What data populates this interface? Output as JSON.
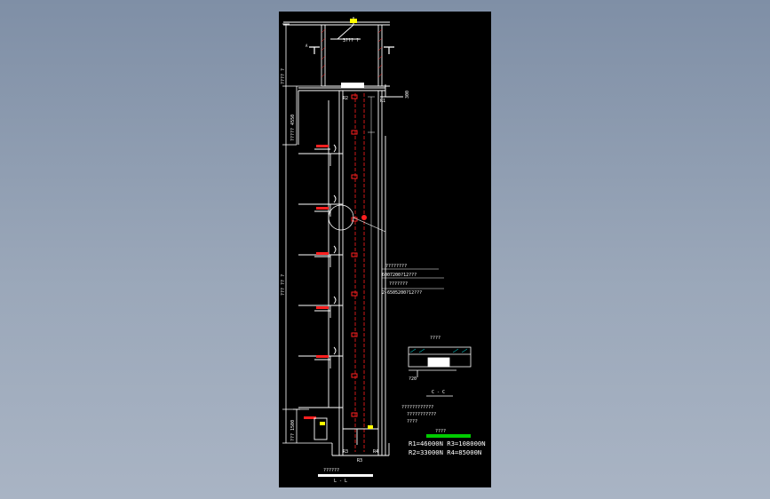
{
  "app": {
    "background_top": "#7f8fa6",
    "background_bottom": "#a9b4c4",
    "sheet_color": "#000000"
  },
  "labels": {
    "top_note": "3??? ?",
    "left_dim_top": "???? ?",
    "left_dim_upper": "????? 4550",
    "left_dim_main": "??? ?? ?",
    "left_dim_bottom": "??? 1500",
    "dim_300": "300",
    "mark_r1": "R1",
    "mark_r2": "R2",
    "mark_r3": "R3",
    "mark_r4": "R4",
    "mark_r3_bottom": "R3",
    "mark_a": "A",
    "note_line1": "????????",
    "note_line2": "6007200?12???",
    "note_line3": "???????",
    "note_line4": "2-6505200?12???",
    "detail_title": "????",
    "detail_dim": "?20",
    "section_cc": "C - C",
    "notes_a": "????????????",
    "notes_b": "???????????",
    "notes_c": "????",
    "legend_title": "????",
    "force_row1": "R1=46000N R3=108000N",
    "force_row2": "R2=33000N R4=85000N",
    "main_title": "??????",
    "main_subtitle": "L - L"
  },
  "colors": {
    "line": "#ffffff",
    "cyan": "#00ffff",
    "yellow": "#ffff00",
    "red": "#ff2020",
    "magenta": "#ff00ff",
    "green": "#00cc00"
  }
}
